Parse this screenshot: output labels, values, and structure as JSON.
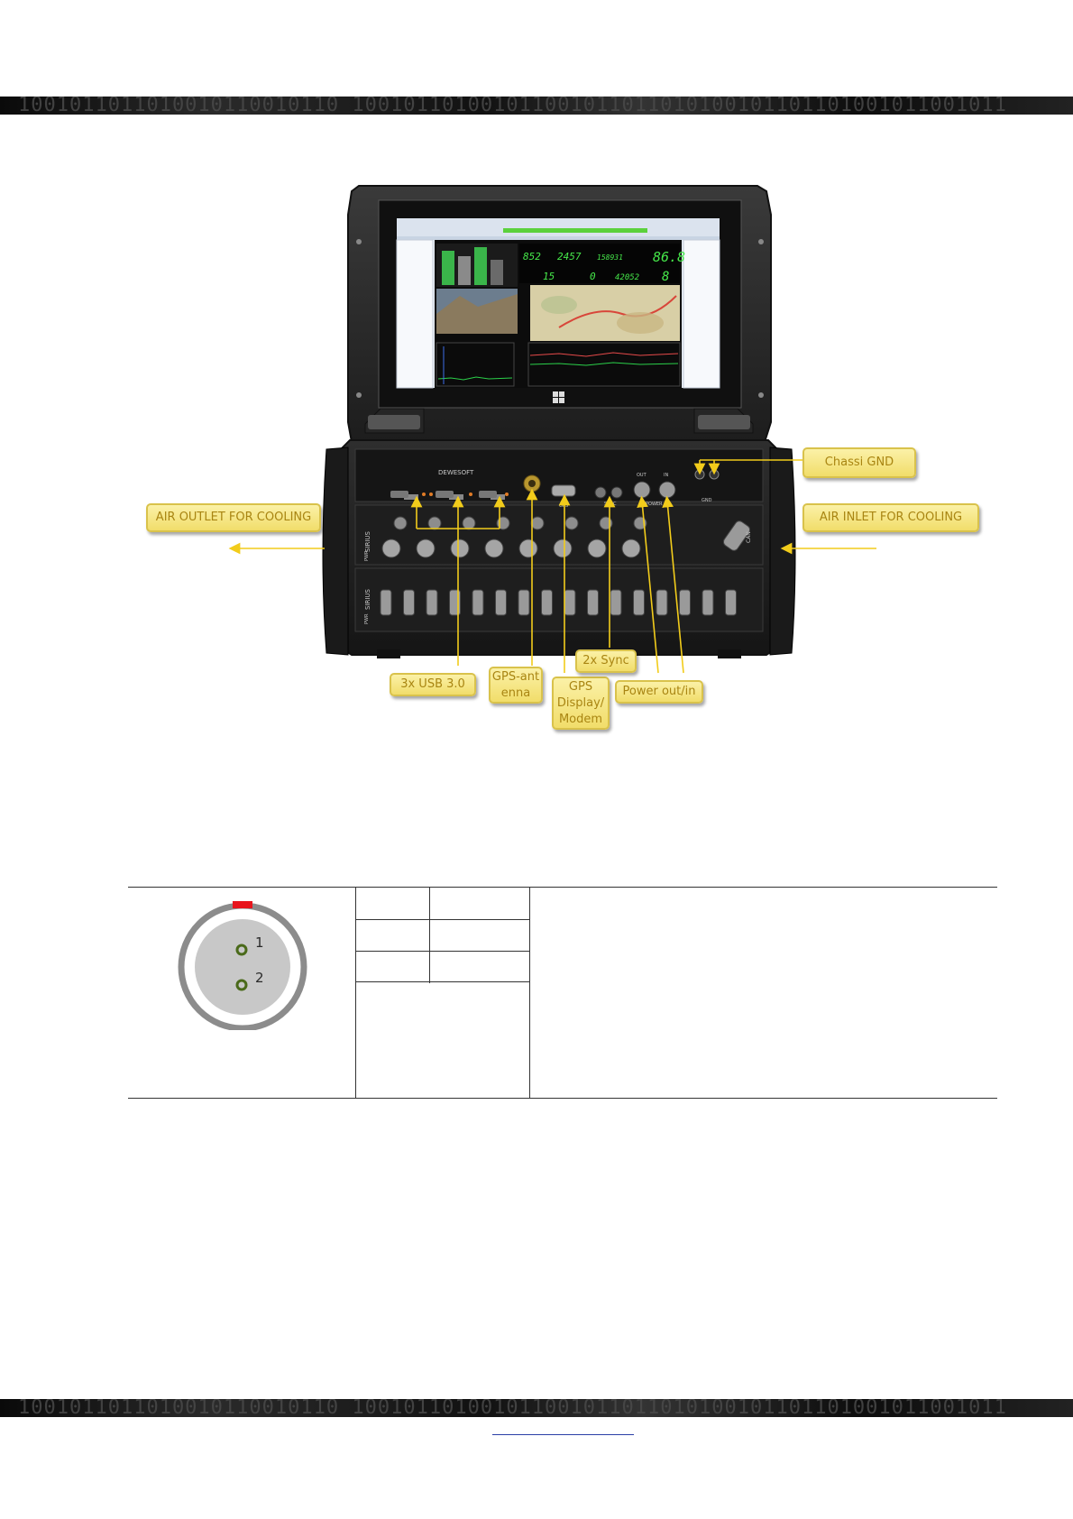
{
  "header_band": {
    "binary_text": "1001011011010010110010110 100101101001011001011011010100101101101001011001011"
  },
  "figure": {
    "screen": {
      "readouts_row1": [
        "852",
        "2457",
        "158931",
        "86.8"
      ],
      "readouts_row2": [
        "15",
        "0",
        "42052",
        "8"
      ]
    },
    "panel": {
      "brand": "DEWESOFT",
      "module_label": "SIRIUS",
      "port_labels": {
        "gps": "GPS",
        "sync": "SYNC",
        "out": "OUT",
        "in": "IN",
        "power": "POWER",
        "gnd": "GND",
        "can": "CAN",
        "pwr": "PWR"
      }
    },
    "callouts": {
      "chassi_gnd": "Chassi GND",
      "air_outlet": "AIR OUTLET FOR COOLING",
      "air_inlet": "AIR INLET FOR COOLING",
      "usb": "3x USB 3.0",
      "gps_antenna": "GPS-antenna",
      "gps_display": "GPS Display/ Modem",
      "sync": "2x Sync",
      "power": "Power out/in"
    },
    "colors": {
      "callout_fill": "#f5e37a",
      "arrow": "#f2cc1b",
      "device_body": "#2a2a2a"
    }
  },
  "connector": {
    "pins": [
      "1",
      "2"
    ],
    "key_color": "#e8141c",
    "pin_color": "#4a6a1a"
  },
  "footer_band": {
    "binary_text": "1001011011010010110010110 100101101001011001011011010100101101101001011001011"
  }
}
